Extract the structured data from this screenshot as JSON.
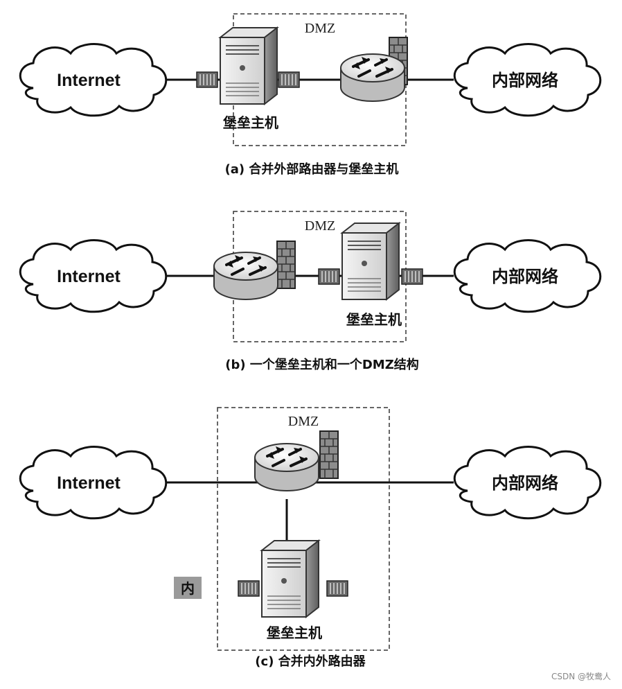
{
  "diagram_a": {
    "cloud_left": "Internet",
    "cloud_right": "内部网络",
    "dmz": "DMZ",
    "host": "堡垒主机",
    "caption": "(a) 合并外部路由器与堡垒主机"
  },
  "diagram_b": {
    "cloud_left": "Internet",
    "cloud_right": "内部网络",
    "dmz": "DMZ",
    "host": "堡垒主机",
    "caption": "(b) 一个堡垒主机和一个DMZ结构"
  },
  "diagram_c": {
    "cloud_left": "Internet",
    "cloud_right": "内部网络",
    "dmz": "DMZ",
    "host": "堡垒主机",
    "side_mark": "内",
    "caption": "(c) 合并内外路由器"
  },
  "watermark": "CSDN @牧鸯人"
}
